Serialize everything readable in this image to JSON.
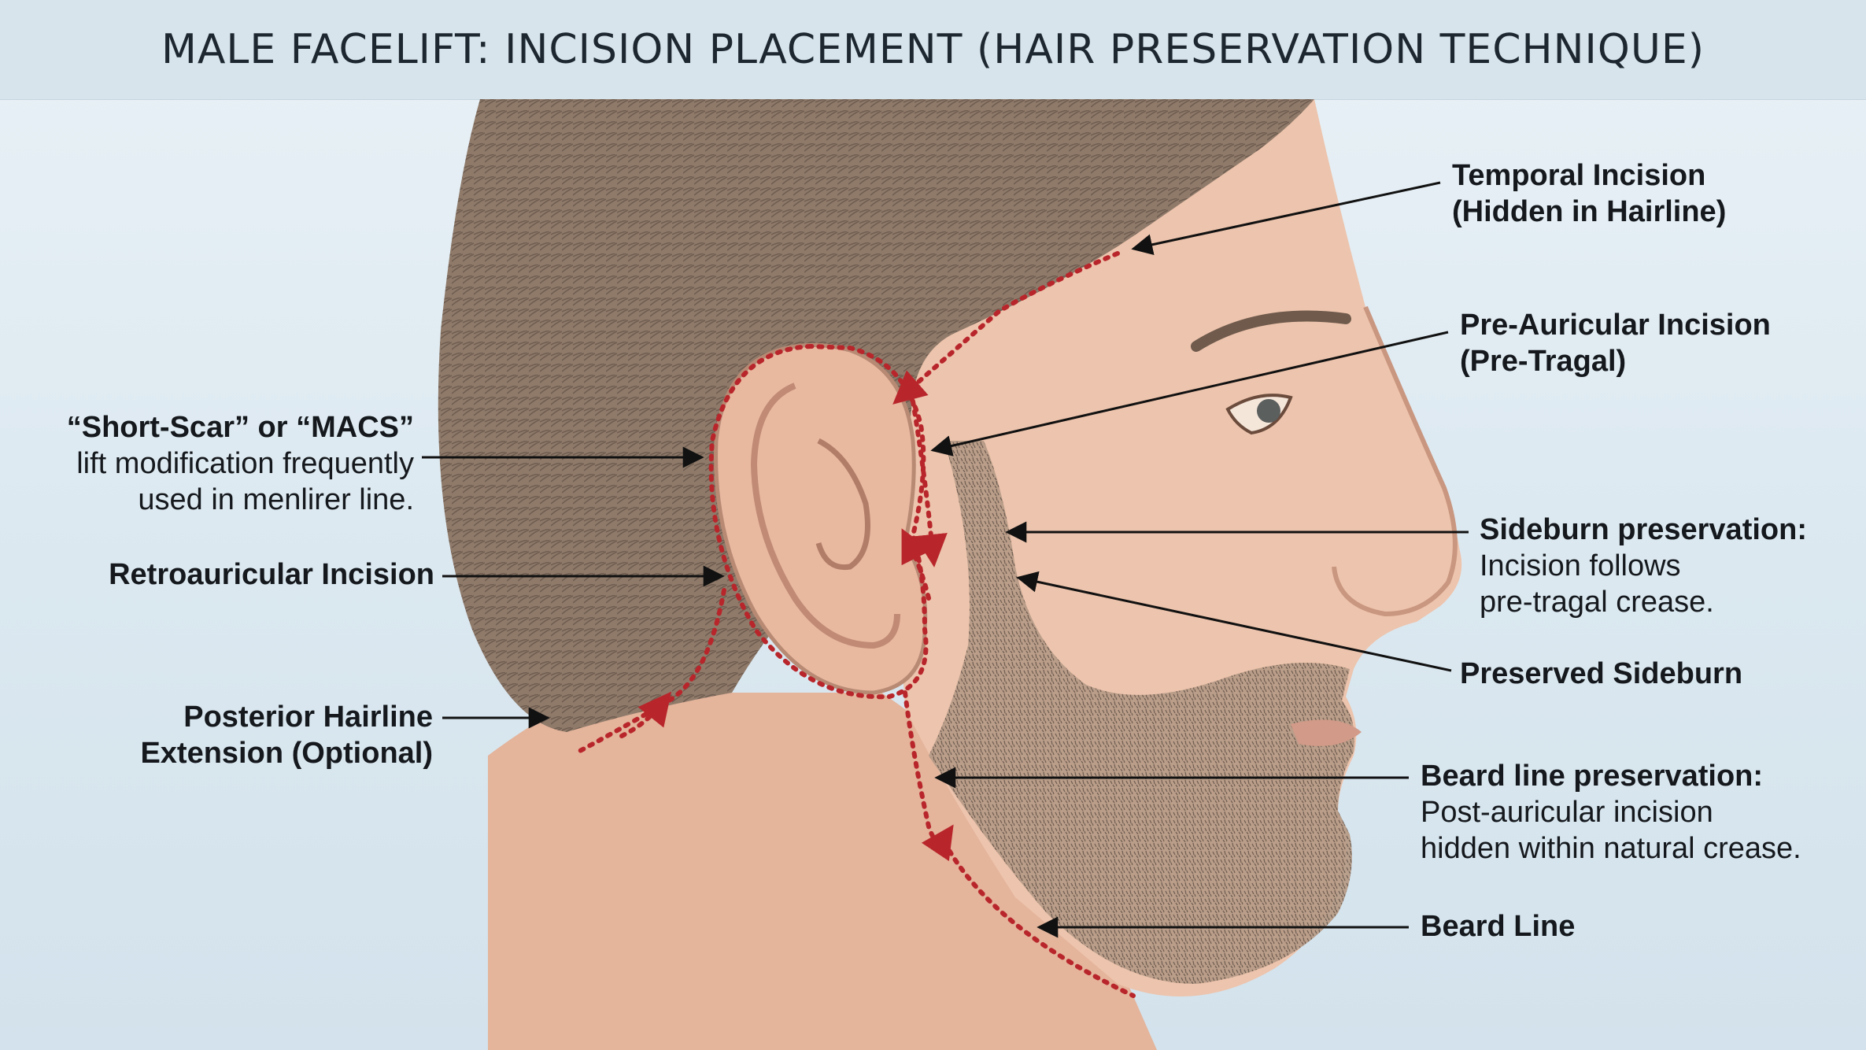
{
  "title": "MALE FACELIFT: INCISION PLACEMENT (HAIR PRESERVATION TECHNIQUE)",
  "labels": {
    "temporal": {
      "line1": "Temporal Incision",
      "line2": "(Hidden in Hairline)"
    },
    "pre_auricular": {
      "line1": "Pre-Auricular Incision",
      "line2": "(Pre-Tragal)"
    },
    "short_scar": {
      "line1": "“Short-Scar” or “MACS”",
      "line2": "lift modification frequently",
      "line3": "used in menlirer line."
    },
    "retroauricular": {
      "line1": "Retroauricular Incision"
    },
    "sideburn_preservation": {
      "line1": "Sideburn preservation:",
      "line2": "Incision follows",
      "line3": "pre-tragal crease."
    },
    "preserved_sideburn": {
      "line1": "Preserved Sideburn"
    },
    "posterior_hairline": {
      "line1": "Posterior Hairline",
      "line2": "Extension (Optional)"
    },
    "beard_line_preservation": {
      "line1": "Beard line preservation:",
      "line2": "Post-auricular incision",
      "line3": "hidden within natural crease."
    },
    "beard_line": {
      "line1": "Beard Line"
    }
  },
  "colors": {
    "incision": "#b8262b",
    "skin": "#edc4ad",
    "hair": "#8a7566",
    "beard": "#9a8878",
    "leader": "#111111"
  }
}
